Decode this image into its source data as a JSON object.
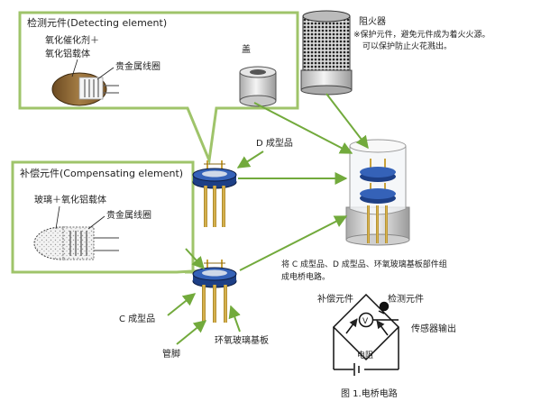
{
  "detecting_element": {
    "title": "检测元件(Detecting element)",
    "catalyst_label": "氧化催化剂＋",
    "carrier_label": "氧化铝载体",
    "coil_label": "贵金属线圈"
  },
  "compensating_element": {
    "title": "补偿元件(Compensating element)",
    "carrier_label": "玻璃＋氧化铝载体",
    "coil_label": "贵金属线圈"
  },
  "parts": {
    "lid_label": "盖",
    "flame_arrester_label": "阻火器",
    "flame_arrester_note_1": "※保护元件，避免元件成为着火火源。",
    "flame_arrester_note_2": "可以保护防止火花溅出。",
    "d_molded_label": "D 成型品",
    "c_molded_label": "C 成型品",
    "pins_label": "管脚",
    "epoxy_board_label": "环氧玻璃基板"
  },
  "assembly_note": {
    "line_1": "将 C 成型品、D 成型品、环氧玻璃基板部件组",
    "line_2": "成电桥电路。"
  },
  "circuit": {
    "compensating_label": "补偿元件",
    "detecting_label": "检测元件",
    "output_label": "传感器输出",
    "resistor_label": "电阻",
    "meter_symbol": "V",
    "caption": "图 1.电桥电路"
  },
  "colors": {
    "frame_green": "#9fc46a",
    "arrow_green": "#72aa3c",
    "sensor_blue": "#1d3f86",
    "pin_gold": "#c9a23b"
  }
}
